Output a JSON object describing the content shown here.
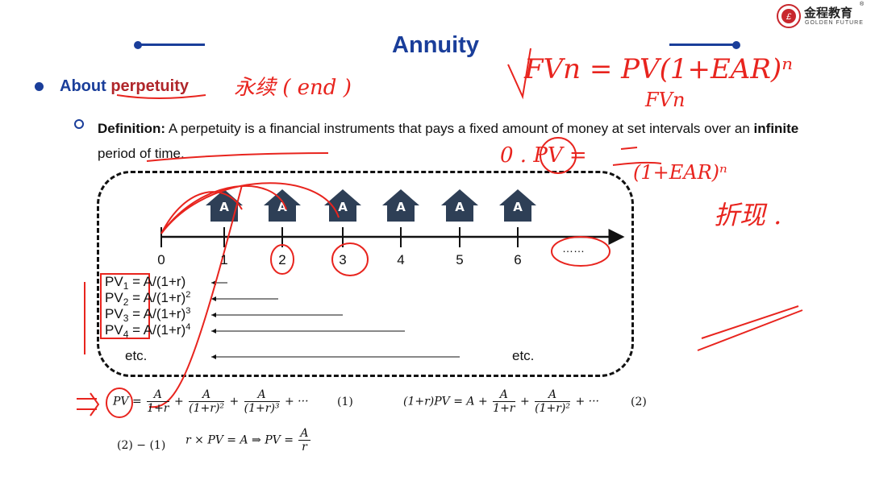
{
  "logo": {
    "chinese": "金程教育",
    "english": "GOLDEN FUTURE",
    "registered": "®"
  },
  "title": "Annuity",
  "bullet1": {
    "prefix": "About ",
    "keyword": "perpetuity"
  },
  "definition": {
    "label": "Definition:",
    "text1": " A perpetuity is a financial instruments that pays a fixed amount of money at set intervals over an ",
    "emph": "infinite",
    "text2": " period of time."
  },
  "timeline": {
    "labels": [
      "0",
      "1",
      "2",
      "3",
      "4",
      "5",
      "6"
    ],
    "payment_label": "A",
    "ellipsis": "……"
  },
  "pv_rows": [
    {
      "name": "PV",
      "sub": "1",
      "eq": " = A/(1+r)",
      "exp": ""
    },
    {
      "name": "PV",
      "sub": "2",
      "eq": " = A/(1+r)",
      "exp": "2"
    },
    {
      "name": "PV",
      "sub": "3",
      "eq": " = A/(1+r)",
      "exp": "3"
    },
    {
      "name": "PV",
      "sub": "4",
      "eq": " = A/(1+r)",
      "exp": "4"
    }
  ],
  "etc_left": "etc.",
  "etc_right": "etc.",
  "formula1": {
    "lhs": "PV = ",
    "t1n": "A",
    "t1d": "1+r",
    "plus": " + ",
    "t2n": "A",
    "t2d": "(1+r)²",
    "t3n": "A",
    "t3d": "(1+r)³",
    "tail": " + ···",
    "num": "(1)"
  },
  "formula2": {
    "lhs": "(1+r)PV = A + ",
    "t1n": "A",
    "t1d": "1+r",
    "plus": " + ",
    "t2n": "A",
    "t2d": "(1+r)²",
    "tail": " + ···",
    "num": "(2)"
  },
  "formula3": {
    "label": "(2) − (1)",
    "eq": "r × PV = A ⇒ PV = ",
    "n": "A",
    "d": "r"
  },
  "handwriting": {
    "end_note": "永续 ( end )",
    "fv_formula": "FVn = PV(1+EAR)ⁿ",
    "pv_formula_lhs": "0 . PV =",
    "pv_num": "FVn",
    "pv_den": "(1+EAR)ⁿ",
    "discount": "折现 ."
  },
  "colors": {
    "brand_blue": "#1a3e9a",
    "annotation_red": "#e8241e",
    "house": "#2e3f56"
  }
}
